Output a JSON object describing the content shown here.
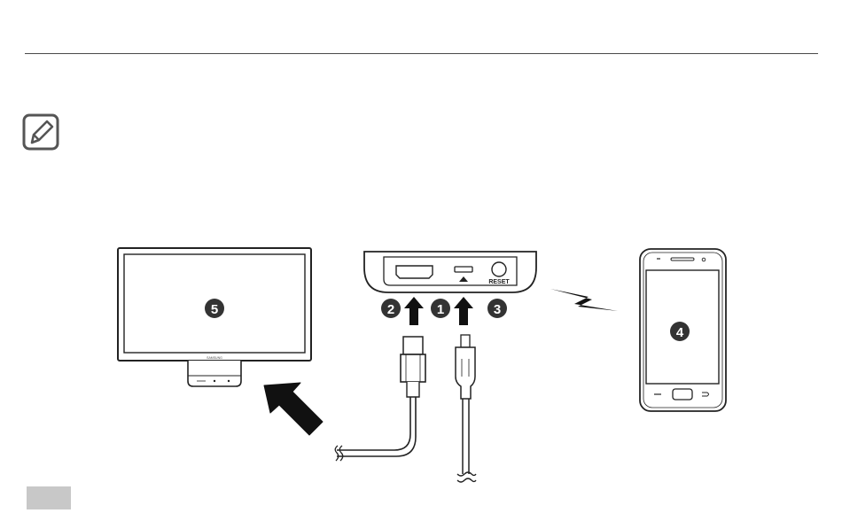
{
  "note": {
    "icon": "note-pencil-icon"
  },
  "diagram": {
    "reset_label": "RESET",
    "tv_brand": "SAMSUNG",
    "steps": {
      "tv": "5",
      "hdmi": "2",
      "usb": "1",
      "reset": "3",
      "phone": "4"
    },
    "icons": {
      "tv": "television-icon",
      "dongle": "dongle-device-icon",
      "phone": "smartphone-icon",
      "wireless": "wireless-signal-icon",
      "hdmi_cable": "hdmi-cable-icon",
      "usb_cable": "micro-usb-cable-icon",
      "connect_arrow": "connect-arrow-icon",
      "insert_arrow": "up-arrow-icon"
    }
  },
  "footer": {
    "page_tab": ""
  }
}
